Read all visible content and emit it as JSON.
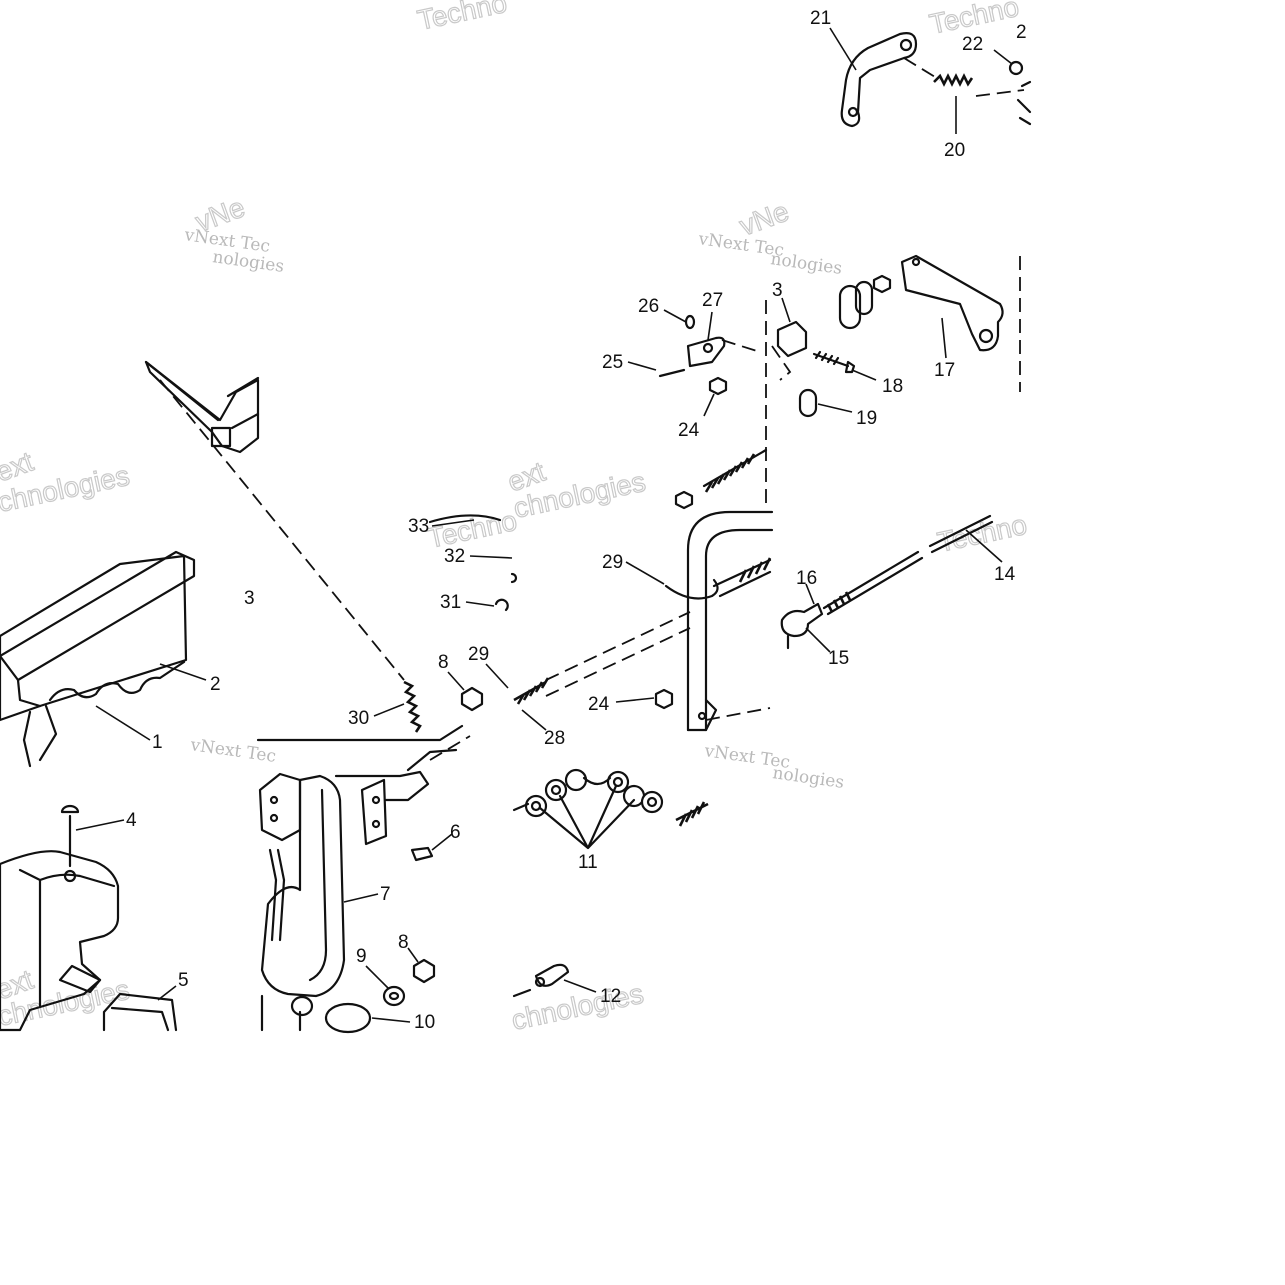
{
  "callouts": [
    {
      "id": "1",
      "label": "1"
    },
    {
      "id": "2",
      "label": "2"
    },
    {
      "id": "3",
      "label": "3"
    },
    {
      "id": "4",
      "label": "4"
    },
    {
      "id": "5",
      "label": "5"
    },
    {
      "id": "6",
      "label": "6"
    },
    {
      "id": "7",
      "label": "7"
    },
    {
      "id": "8a",
      "label": "8"
    },
    {
      "id": "8b",
      "label": "8"
    },
    {
      "id": "9",
      "label": "9"
    },
    {
      "id": "10",
      "label": "10"
    },
    {
      "id": "11",
      "label": "11"
    },
    {
      "id": "12",
      "label": "12"
    },
    {
      "id": "14",
      "label": "14"
    },
    {
      "id": "15",
      "label": "15"
    },
    {
      "id": "16",
      "label": "16"
    },
    {
      "id": "17",
      "label": "17"
    },
    {
      "id": "18",
      "label": "18"
    },
    {
      "id": "19",
      "label": "19"
    },
    {
      "id": "20",
      "label": "20"
    },
    {
      "id": "21",
      "label": "21"
    },
    {
      "id": "22",
      "label": "22"
    },
    {
      "id": "24a",
      "label": "24"
    },
    {
      "id": "24b",
      "label": "24"
    },
    {
      "id": "25",
      "label": "25"
    },
    {
      "id": "26",
      "label": "26"
    },
    {
      "id": "27",
      "label": "27"
    },
    {
      "id": "28",
      "label": "28"
    },
    {
      "id": "29a",
      "label": "29"
    },
    {
      "id": "29b",
      "label": "29"
    },
    {
      "id": "30",
      "label": "30"
    },
    {
      "id": "31",
      "label": "31"
    },
    {
      "id": "32",
      "label": "32"
    },
    {
      "id": "33",
      "label": "33"
    },
    {
      "id": "34",
      "label": "3"
    },
    {
      "id": "2x",
      "label": "2"
    }
  ],
  "watermarks": {
    "vnext_tec": "vNext Tec",
    "vnext": "vNext",
    "technologies": "Technologies",
    "technologies_partial": "chnologies",
    "techno": "Techno",
    "ologies": "nologies",
    "ext": "ext",
    "ne": "vNe"
  }
}
